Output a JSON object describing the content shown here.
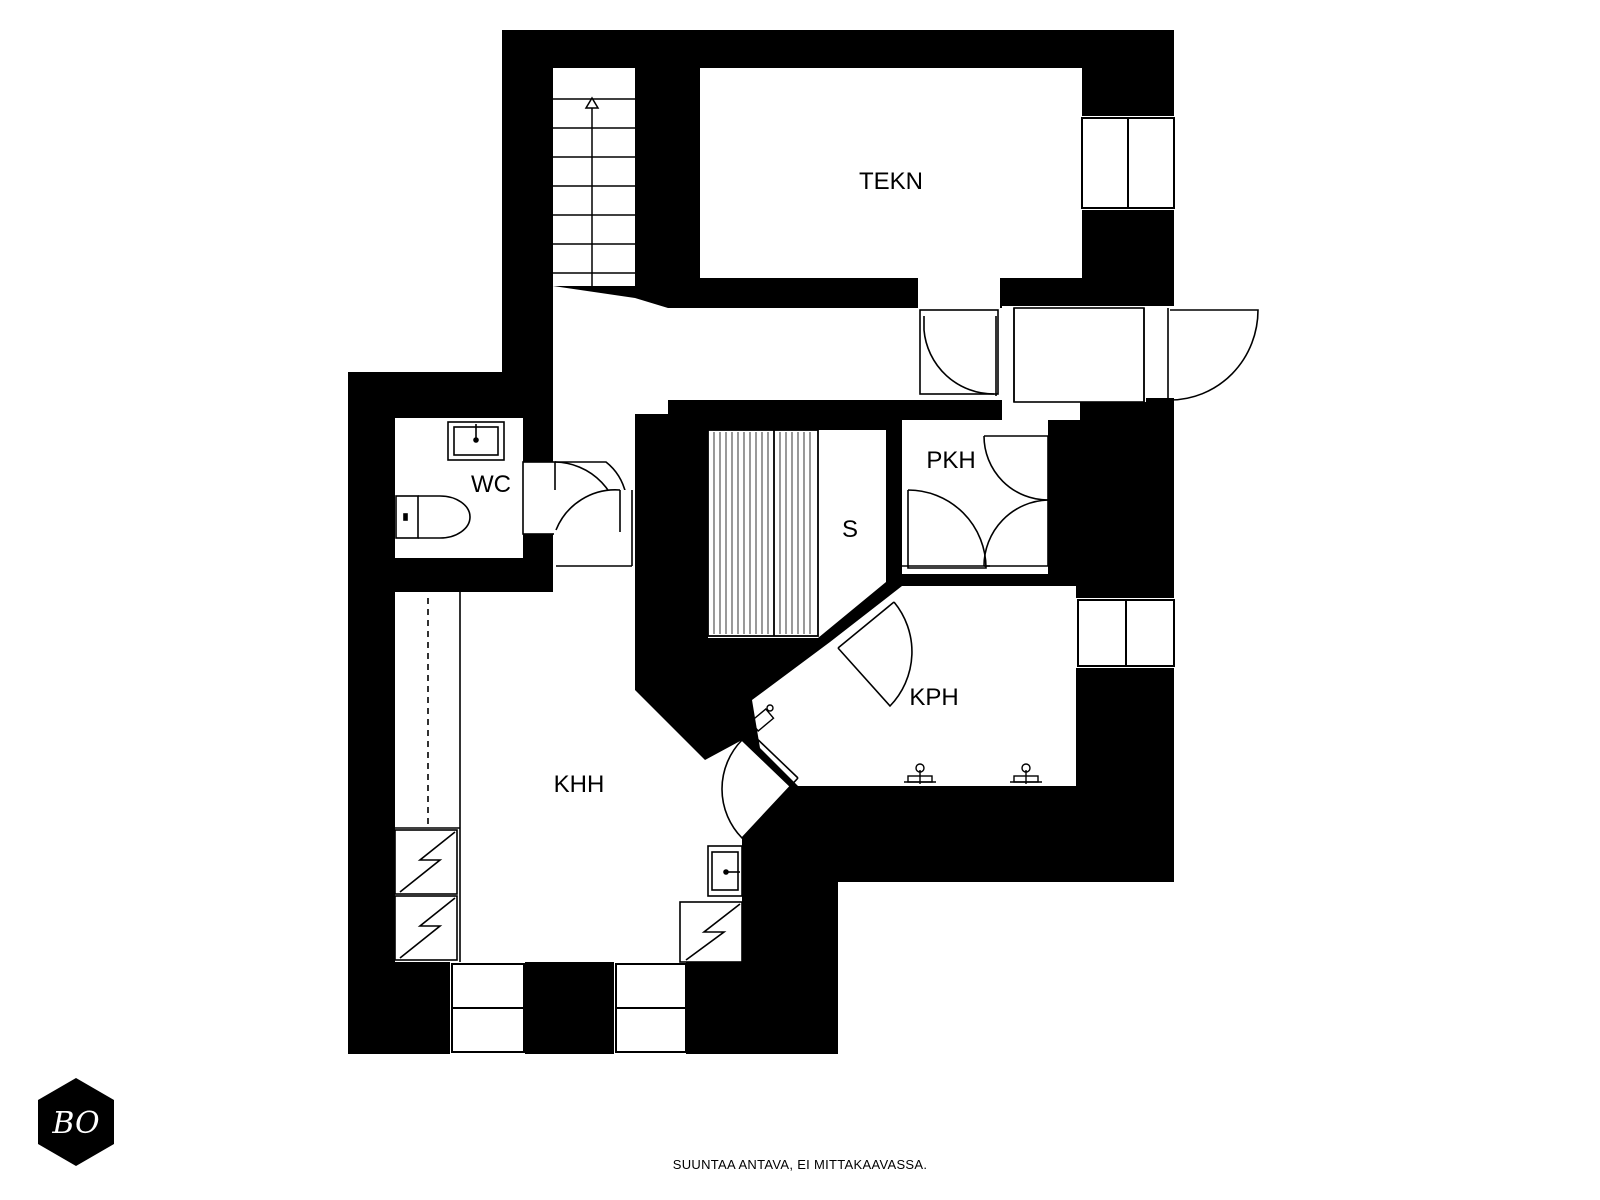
{
  "rooms": {
    "tekn": "TEKN",
    "wc": "WC",
    "pkh": "PKH",
    "s": "S",
    "kph": "KPH",
    "khh": "KHH"
  },
  "footer_note": "SUUNTAA ANTAVA, EI MITTAKAAVASSA.",
  "logo": {
    "text": "BO",
    "icon": "hexagon-logo-icon"
  },
  "colors": {
    "wall": "#000000",
    "floor": "#ffffff",
    "line": "#000000"
  }
}
